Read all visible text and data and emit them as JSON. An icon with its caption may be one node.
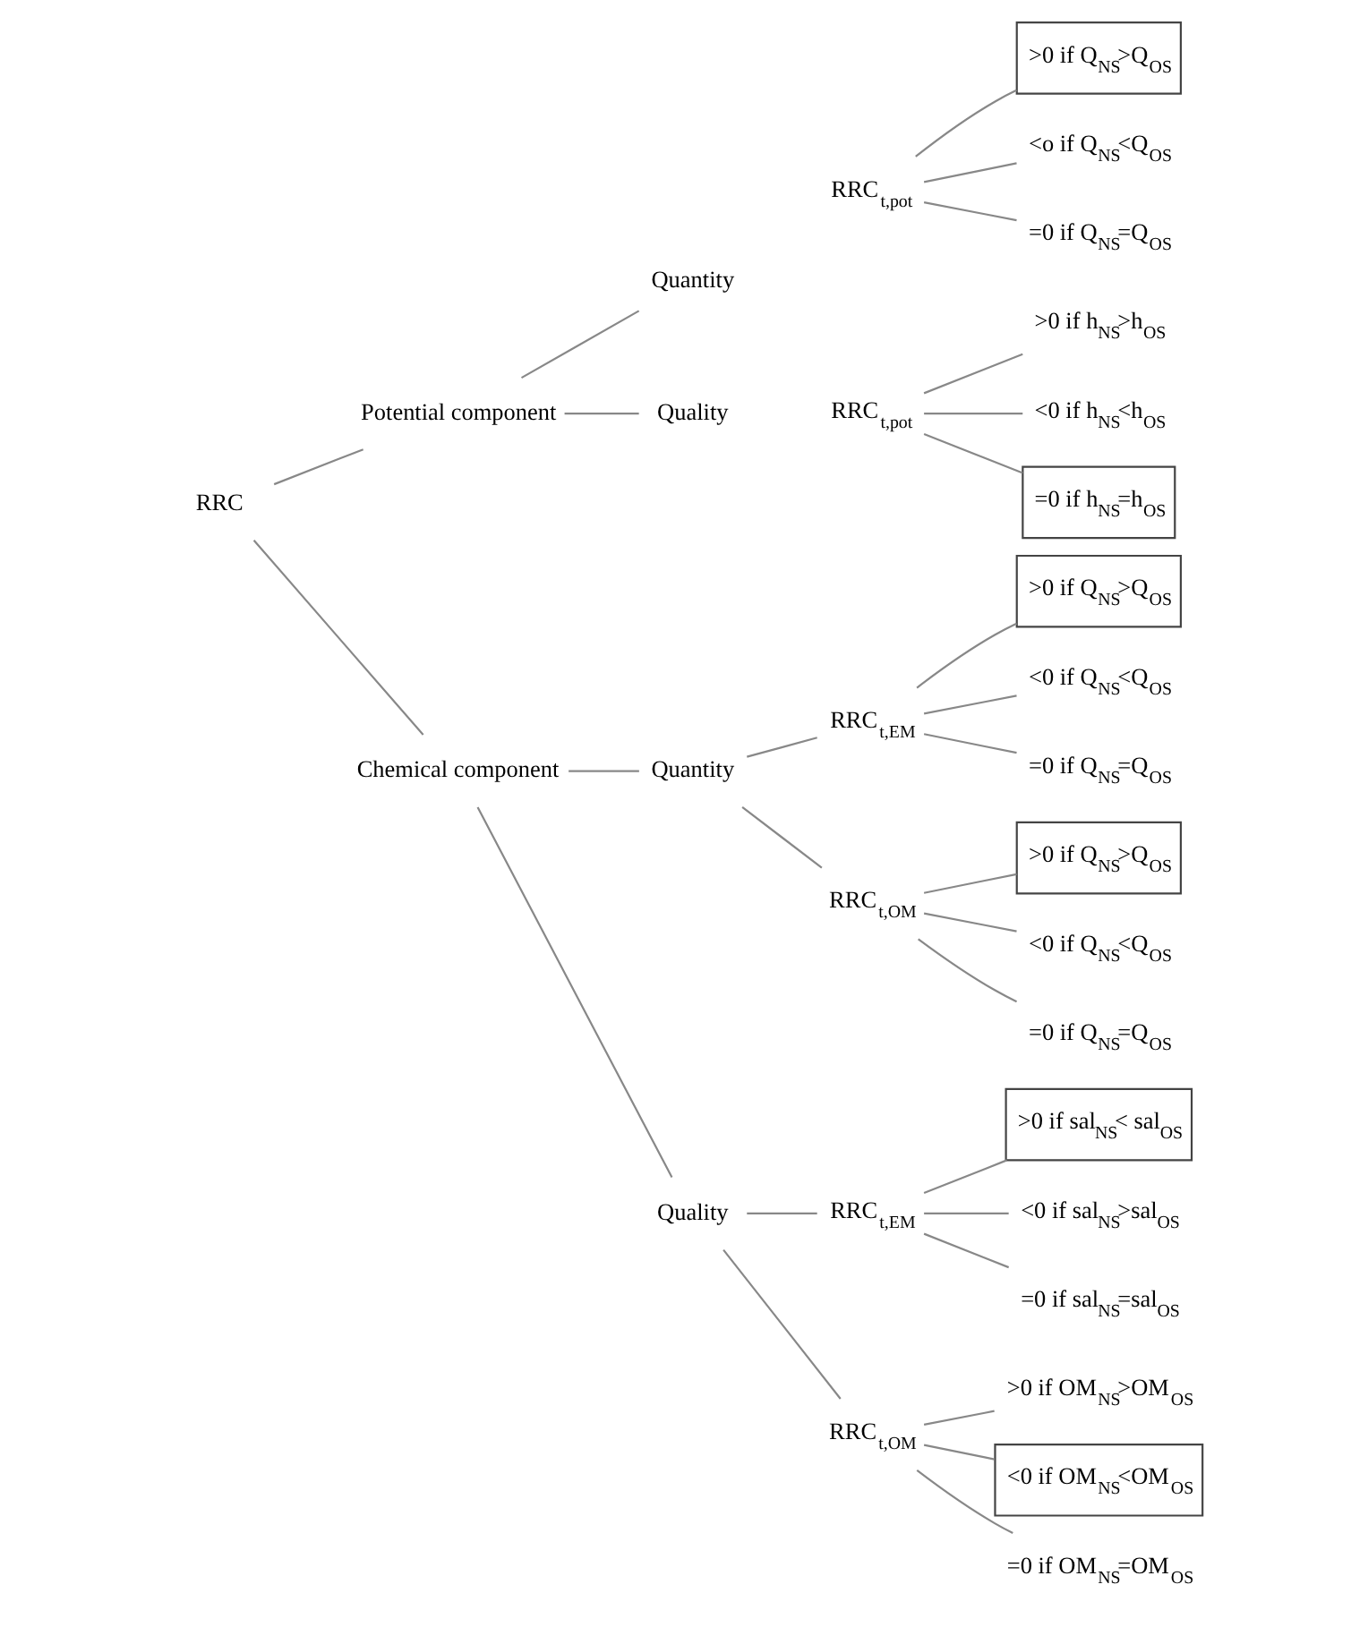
{
  "diagram": {
    "nodes": [
      {
        "text": [
          "RRC"
        ]
      },
      {
        "text": [
          "Potential component"
        ]
      },
      {
        "text": [
          "Chemical component"
        ]
      },
      {
        "text": [
          "Quantity"
        ]
      },
      {
        "text": [
          "Quality"
        ]
      },
      {
        "text": [
          "RRC$_{t,pot}$"
        ]
      },
      {
        "text": [
          "RRC$_{t,pot}$"
        ]
      },
      {
        "text": [
          ">0 if Q$_{NS}$>Q$_{OS}$"
        ]
      },
      {
        "text": [
          "<o if Q$_{NS}$<Q$_{OS}$"
        ]
      },
      {
        "text": [
          "=0 if Q$_{NS}$=Q$_{OS}$"
        ]
      },
      {
        "text": [
          ">0 if h$_{NS}$>h$_{OS}$"
        ]
      },
      {
        "text": [
          "<0 if h$_{NS}$<h$_{OS}$"
        ]
      },
      {
        "text": [
          "=0 if h$_{NS}$=h$_{OS}$"
        ]
      },
      {
        "text": [
          "Quantity"
        ]
      },
      {
        "text": [
          "Quality"
        ]
      },
      {
        "text": [
          "RRC$_{t,EM}$"
        ]
      },
      {
        "text": [
          "RRC$_{t,OM}$"
        ]
      },
      {
        "text": [
          "RRC$_{t,EM}$"
        ]
      },
      {
        "text": [
          "RRC$_{t,OM}$"
        ]
      },
      {
        "text": [
          ">0 if Q$_{NS}$>Q$_{OS}$"
        ]
      },
      {
        "text": [
          "<0 if Q$_{NS}$<Q$_{OS}$"
        ]
      },
      {
        "text": [
          "=0 if Q$_{NS}$=Q$_{OS}$"
        ]
      },
      {
        "text": [
          ">0 if Q$_{NS}$>Q$_{OS}$"
        ]
      },
      {
        "text": [
          "<0 if Q$_{NS}$<Q$_{OS}$"
        ]
      },
      {
        "text": [
          "=0 if Q$_{NS}$=Q$_{OS}$"
        ]
      },
      {
        "text": [
          ">0 if sal$_{NS}$< sal$_{OS}$"
        ]
      },
      {
        "text": [
          "<0 if sal$_{NS}$>sal$_{OS}$"
        ]
      },
      {
        "text": [
          "=0 if sal$_{NS}$=sal$_{OS}$"
        ]
      },
      {
        "text": [
          ">0 if OM$_{NS}$>OM$_{OS}$"
        ]
      },
      {
        "text": [
          "<0 if OM$_{NS}$<OM$_{OS}$"
        ]
      },
      {
        "text": [
          "=0 if OM$_{NS}$=OM$_{OS}$"
        ]
      }
    ],
    "edges": [
      {
        "from": 0,
        "to": 1,
        "arrow": "none"
      },
      {
        "from": 0,
        "to": 2,
        "arrow": "none"
      },
      {
        "from": 1,
        "to": 3,
        "arrow": "none"
      },
      {
        "from": 1,
        "to": 4,
        "arrow": "none"
      },
      {
        "from": 5,
        "to": 7,
        "arrow": "none"
      },
      {
        "from": 5,
        "to": 8,
        "arrow": "none"
      },
      {
        "from": 5,
        "to": 9,
        "arrow": "none"
      },
      {
        "from": 6,
        "to": 10,
        "arrow": "none"
      },
      {
        "from": 6,
        "to": 11,
        "arrow": "none"
      },
      {
        "from": 6,
        "to": 12,
        "arrow": "none"
      },
      {
        "from": 2,
        "to": 13,
        "arrow": "none"
      },
      {
        "from": 2,
        "to": 14,
        "arrow": "none"
      },
      {
        "from": 13,
        "to": 15,
        "arrow": "none"
      },
      {
        "from": 13,
        "to": 16,
        "arrow": "none"
      },
      {
        "from": 14,
        "to": 17,
        "arrow": "none"
      },
      {
        "from": 14,
        "to": 18,
        "arrow": "none"
      },
      {
        "from": 15,
        "to": 19,
        "arrow": "none"
      },
      {
        "from": 15,
        "to": 20,
        "arrow": "none"
      },
      {
        "from": 15,
        "to": 21,
        "arrow": "none"
      },
      {
        "from": 16,
        "to": 22,
        "arrow": "none"
      },
      {
        "from": 16,
        "to": 23,
        "arrow": "none"
      },
      {
        "from": 16,
        "to": 24,
        "arrow": "none"
      },
      {
        "from": 17,
        "to": 25,
        "arrow": "none"
      },
      {
        "from": 17,
        "to": 26,
        "arrow": "none"
      },
      {
        "from": 17,
        "to": 27,
        "arrow": "none"
      },
      {
        "from": 18,
        "to": 28,
        "arrow": "none"
      },
      {
        "from": 18,
        "to": 29,
        "arrow": "none"
      },
      {
        "from": 18,
        "to": 30,
        "arrow": "none"
      }
    ]
  }
}
